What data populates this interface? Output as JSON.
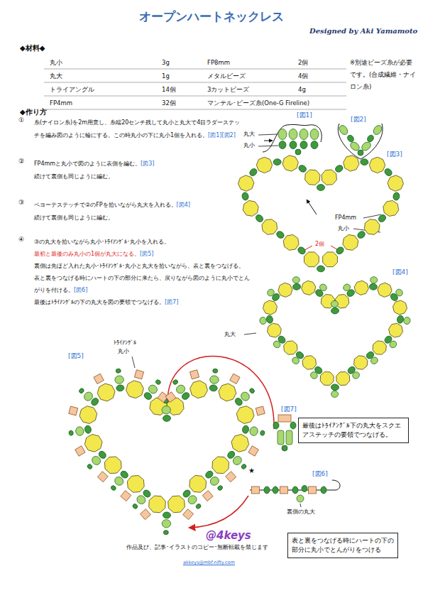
{
  "diagram": {
    "title": "オープンハートネックレス",
    "nodes": [
      {
        "text": [
          "最後はﾄﾗｲｱﾝｸﾞﾙ下の丸大をスクエアステッチの要領でつなげる。"
        ]
      },
      {
        "text": [
          "表と裏をつなげる時にハートの下の部分に丸小でとんがりをつける"
        ]
      }
    ],
    "labels": [
      "Designed by Aki Yamamoto",
      "◆材料◆",
      "丸小",
      "3g",
      "FP8mm",
      "2個",
      "丸大",
      "1g",
      "メタルビーズ",
      "4個",
      "トライアングル",
      "14個",
      "3カットビーズ",
      "4g",
      "FP4mm",
      "32個",
      "マンテル･ビーズ糸(One-G Fireline)",
      "※別途ビーズ糸が必要です。(合成繊維・ナイロン糸)",
      "◆作り方",
      "①",
      "糸(ナイロン糸)を2m用意し、糸端20センチ残して丸小と丸大で4目ラダーステッチを編み図のように輪にする。この時丸小の下に丸小1個を入れる。",
      "[図1]",
      "[図2]",
      "②",
      "FP4mmと丸小で図のように表側を編む。",
      "[図3]",
      "続けて裏側も同じように編む。",
      "③",
      "ペヨーテステッチで②のFPを拾いながら丸大を入れる。",
      "[図4]",
      "続けて裏側も同じように編む。",
      "④",
      "③の丸大を拾いながら丸小･ﾄﾗｲｱﾝｸﾞﾙ･丸小を入れる。",
      "最初と最後のみ丸小の1個が丸大になる。",
      "[図5]",
      "裏側は先ほど入れた丸小･ﾄﾗｲｱﾝｸﾞﾙ･丸小と丸大を拾いながら、表と裏をつなげる。",
      "表と裏をつなげる時にハートの下の部分に来たら、戻りながら図のように丸小でとんがりを付ける。",
      "[図6]",
      "最後はﾄﾗｲｱﾝｸﾞﾙの下の丸大を図の要領でつなげる。",
      "[図7]",
      "[図1]",
      "丸大",
      "丸小",
      "[図2]",
      "[図3]",
      "FP4mm",
      "丸小",
      "2個",
      "[図4]",
      "丸大",
      "ﾄﾗｲｱﾝｸﾞﾙ",
      "丸小",
      "[図5]",
      "[図7]",
      "★",
      "[図6]",
      "裏側の丸大",
      "@4keys",
      "作品及び、記事･イラストのコピー･無断転載を禁じます",
      "akkeys@mbf.nifty.com"
    ]
  }
}
